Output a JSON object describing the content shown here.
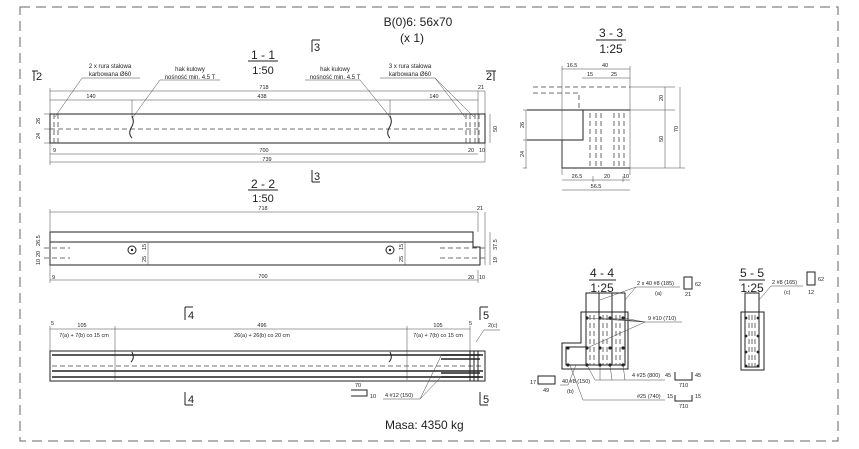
{
  "title": "B(0)6: 56x70",
  "quantity": "(x 1)",
  "mass": "Masa: 4350 kg",
  "section_markers": {
    "s2": "2",
    "s3": "3",
    "s4": "4",
    "s5": "5"
  },
  "section_1_1": {
    "name": "1 - 1",
    "scale": "1:50",
    "label_pipes_left": [
      "2 x rura stalowa",
      "karbowana Ø60"
    ],
    "label_hook": [
      "hak kulowy",
      "nośność min. 4.5 T"
    ],
    "label_pipes_right": [
      "3 x rura stalowa",
      "karbowana Ø60"
    ],
    "dims": {
      "total_top": "718",
      "middle": "438",
      "left": "140",
      "right": "140",
      "end": "21",
      "bottom": "700",
      "overall": "739",
      "left_off": "9",
      "right_a": "20",
      "right_b": "10",
      "h_top": "26",
      "h_bot": "24",
      "h_right": "50"
    }
  },
  "section_2_2": {
    "name": "2 - 2",
    "scale": "1:50",
    "dims": {
      "top": "718",
      "end": "21",
      "bottom": "700",
      "left_off": "9",
      "right_a": "20",
      "right_b": "10",
      "h1": "26.5",
      "h2": "20",
      "h3": "10",
      "v15": "15",
      "v25": "25",
      "r375": "37.5",
      "r19": "19"
    }
  },
  "elevation": {
    "dims": [
      "105",
      "496",
      "105",
      "5",
      "5"
    ],
    "stirrups": [
      "7(a) + 7(b) co 15 cm",
      "26(a) + 26(b) co 20 cm",
      "7(a) + 7(b) co 15 cm"
    ],
    "label_c": "2(c)",
    "bar_label": "4 #12 (150)",
    "bar_shape": {
      "a": "70",
      "b": "10"
    }
  },
  "section_3_3": {
    "name": "3 - 3",
    "scale": "1:25",
    "dims": [
      "16.5",
      "40",
      "15",
      "25",
      "20",
      "50",
      "70",
      "26",
      "24",
      "26.5",
      "20",
      "10",
      "56.5"
    ]
  },
  "section_4_4": {
    "name": "4 - 4",
    "scale": "1:25",
    "bar_a": {
      "label": "2 x 40 #8 (185)",
      "tag": "(a)",
      "h": "62",
      "w": "21"
    },
    "bar_main": "9 #10 (710)",
    "bar_b": {
      "label": "40 #8 (150)",
      "tag": "(b)",
      "h": "17",
      "w": "49"
    },
    "bar_25a": {
      "label": "4 #25 (800)",
      "l": "45",
      "r": "45",
      "len": "710"
    },
    "bar_25b": {
      "label": "#25 (740)",
      "l": "15",
      "r": "15",
      "len": "710"
    }
  },
  "section_5_5": {
    "name": "5 - 5",
    "scale": "1:25",
    "bar_c": {
      "label": "2 #8 (165)",
      "tag": "(c)",
      "h": "62",
      "w": "12"
    }
  }
}
